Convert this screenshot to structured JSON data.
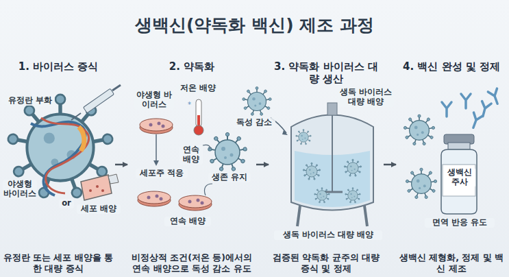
{
  "diagram": {
    "title": "생백신(약독화 백신) 제조 과정",
    "nodes": [
      {
        "text": [
          "1. 바이러스 증식",
          "유정란 또는 세포 배양을 통한 대량 증식"
        ]
      },
      {
        "text": [
          "2. 약독화",
          "비정상적 조건(저온 등)에서의 연속 배양으로 독성 감소 유도"
        ]
      },
      {
        "text": [
          "3. 약독화 바이러스 대량 생산",
          "검증된 약독화 균주의 대량 증식 및 정제"
        ]
      },
      {
        "text": [
          "4. 백신 완성 및 정제",
          "생백신 제형화, 정제 및 백신 제조"
        ]
      }
    ],
    "edges": [
      {
        "from": 0,
        "to": 1,
        "arrow": "to"
      },
      {
        "from": 1,
        "to": 2,
        "arrow": "to"
      },
      {
        "from": 2,
        "to": 3,
        "arrow": "to"
      }
    ],
    "labels": [
      "유정란 부화",
      "야생형 바이러스",
      "or",
      "세포 배양",
      "야생형 바이러스",
      "저온 배양",
      "연속 배양",
      "세포주 적응",
      "생존 유지",
      "연속 배양",
      "독성 감소",
      "생독 바이러스 대량 배양",
      "생독 바이러스 대량 배양",
      "생백신 주사",
      "면역 반응 유도"
    ]
  }
}
